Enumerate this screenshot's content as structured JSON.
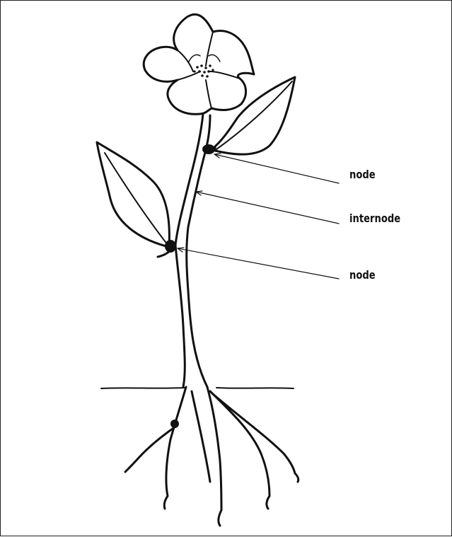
{
  "labels": {
    "node_top": "node",
    "internode": "internode",
    "node_bottom": "node"
  }
}
